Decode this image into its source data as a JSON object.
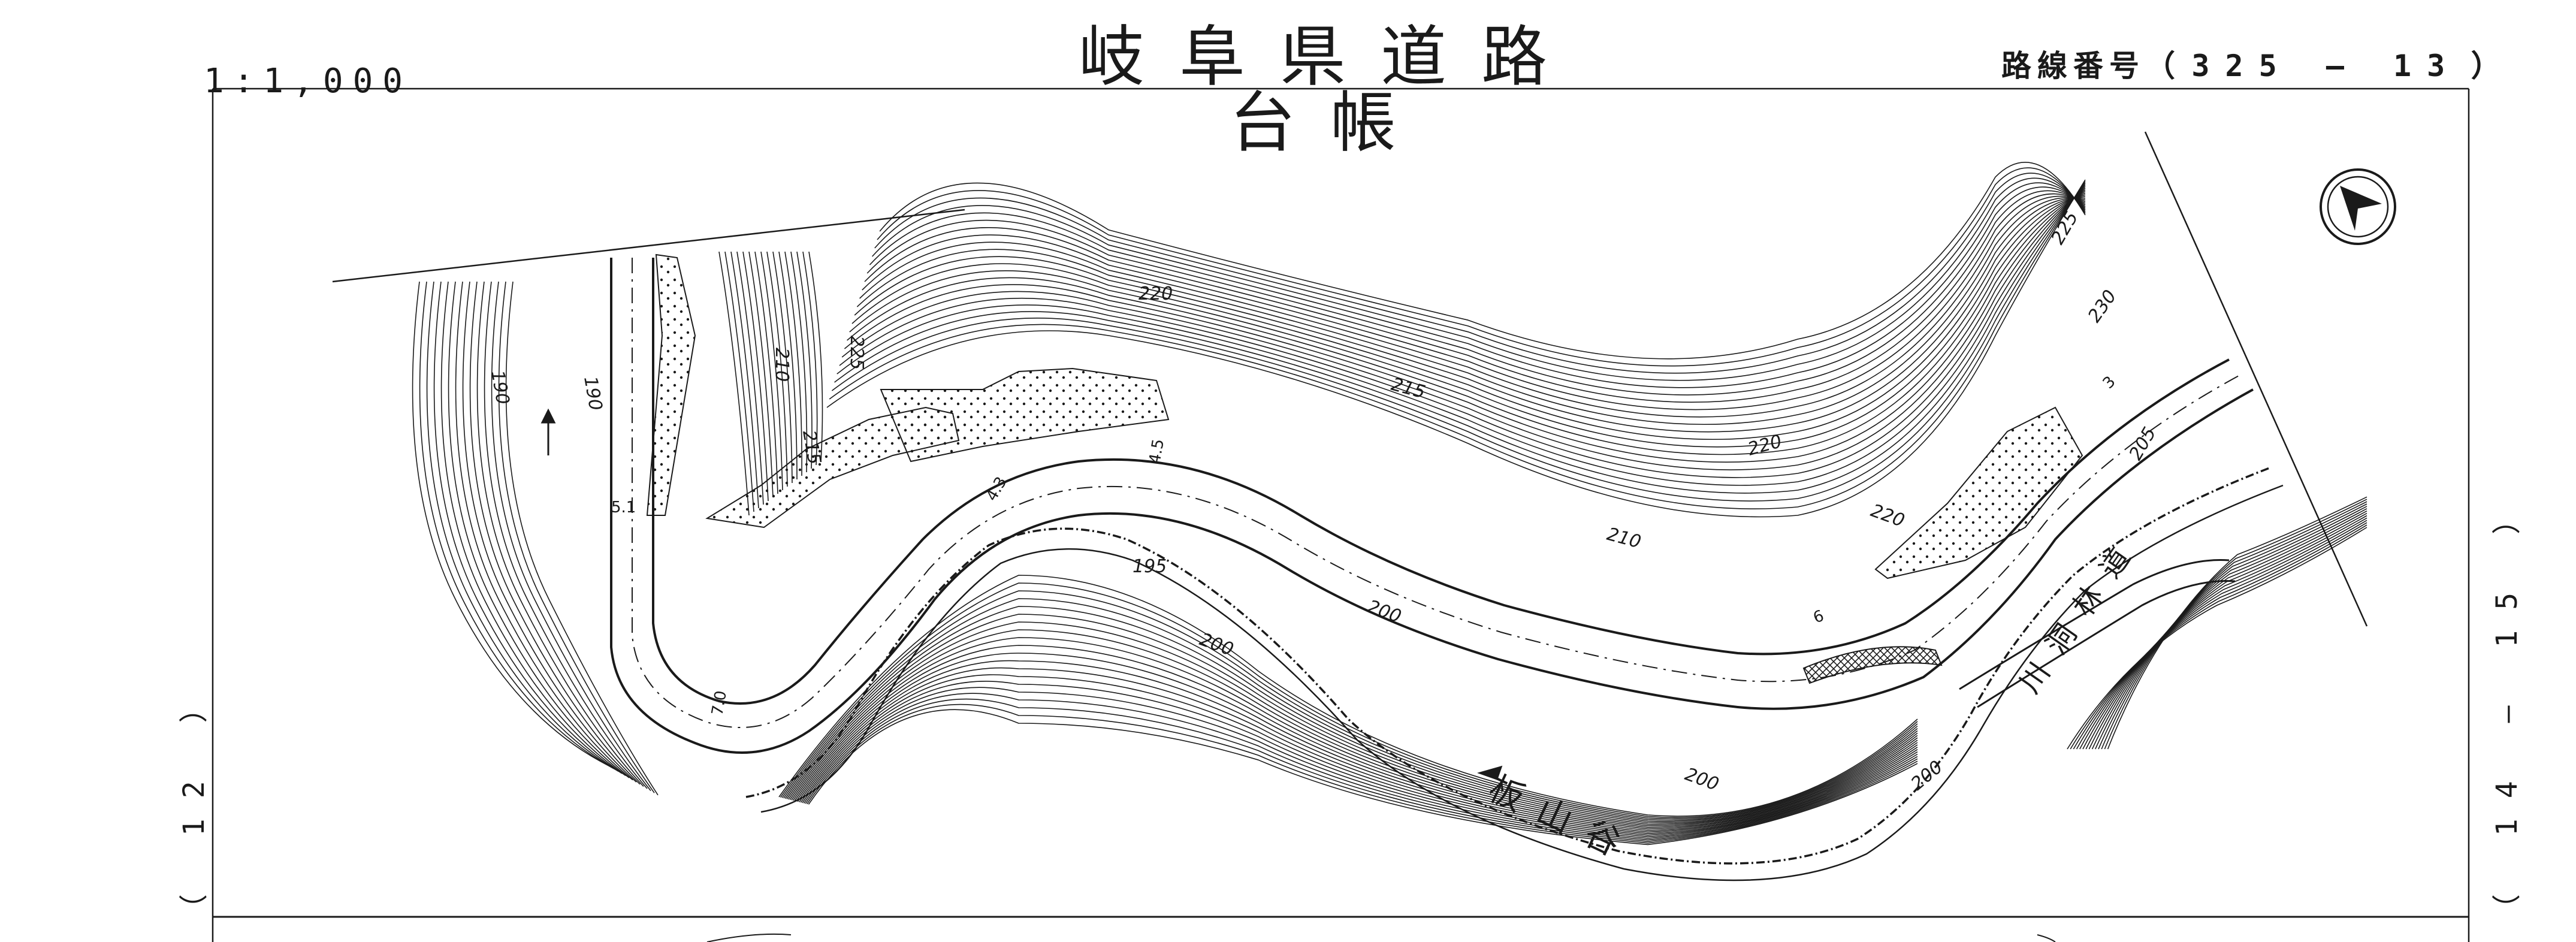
{
  "header": {
    "title": "岐阜県道路台帳",
    "scale": "1:1,000",
    "route_label": "路線番号（",
    "route_number": "325 — 13",
    "route_close": "）"
  },
  "margins": {
    "left_sheet": "（ 12 ）",
    "right_sheet": "（ 14 — 15 ）"
  },
  "map": {
    "contour_labels": [
      "190",
      "190",
      "195",
      "200",
      "200",
      "200",
      "200",
      "205",
      "210",
      "210",
      "215",
      "215",
      "220",
      "220",
      "220",
      "225",
      "225",
      "230"
    ],
    "place_labels": [
      "板山谷",
      "川洞林道"
    ],
    "road_widths": [
      "4.5",
      "5.1",
      "7.0",
      "6",
      "4.3",
      "3"
    ],
    "compass": "north-arrow"
  },
  "colors": {
    "ink": "#1a1a1a",
    "paper": "#ffffff"
  }
}
